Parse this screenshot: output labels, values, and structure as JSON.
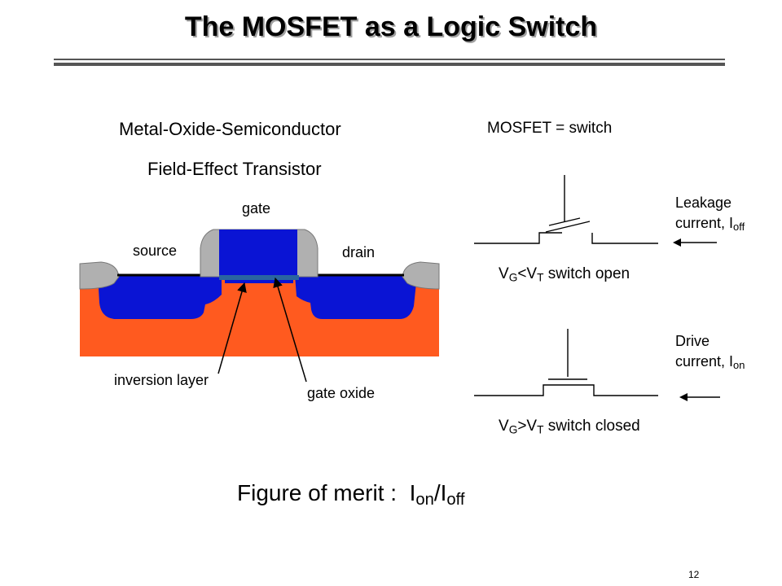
{
  "title": "The MOSFET as a Logic Switch",
  "left_heading": {
    "line1": "Metal-Oxide-Semiconductor",
    "line2": "Field-Effect Transistor"
  },
  "cross_section": {
    "gate": "gate",
    "source": "source",
    "drain": "drain",
    "inversion_layer": "inversion layer",
    "gate_oxide": "gate oxide",
    "colors": {
      "substrate": "#ff5a1f",
      "diffusion": "#0a14d4",
      "spacer": "#b0b0b0",
      "oxide": "#2a64a0"
    }
  },
  "switch": {
    "heading": "MOSFET = switch",
    "open": {
      "current_label_line1": "Leakage",
      "current_label_line2": "current, I",
      "current_sub": "off",
      "cond_v1": "V",
      "cond_sub1": "G",
      "cond_mid": "<V",
      "cond_sub2": "T",
      "cond_text": " switch open"
    },
    "closed": {
      "current_label_line1": "Drive",
      "current_label_line2": "current, I",
      "current_sub": "on",
      "cond_v1": "V",
      "cond_sub1": "G",
      "cond_mid": ">V",
      "cond_sub2": "T",
      "cond_text": " switch closed"
    }
  },
  "figure_of_merit": {
    "prefix": "Figure of merit :  I",
    "sub1": "on",
    "slash": "/I",
    "sub2": "off"
  },
  "page_number": "12"
}
